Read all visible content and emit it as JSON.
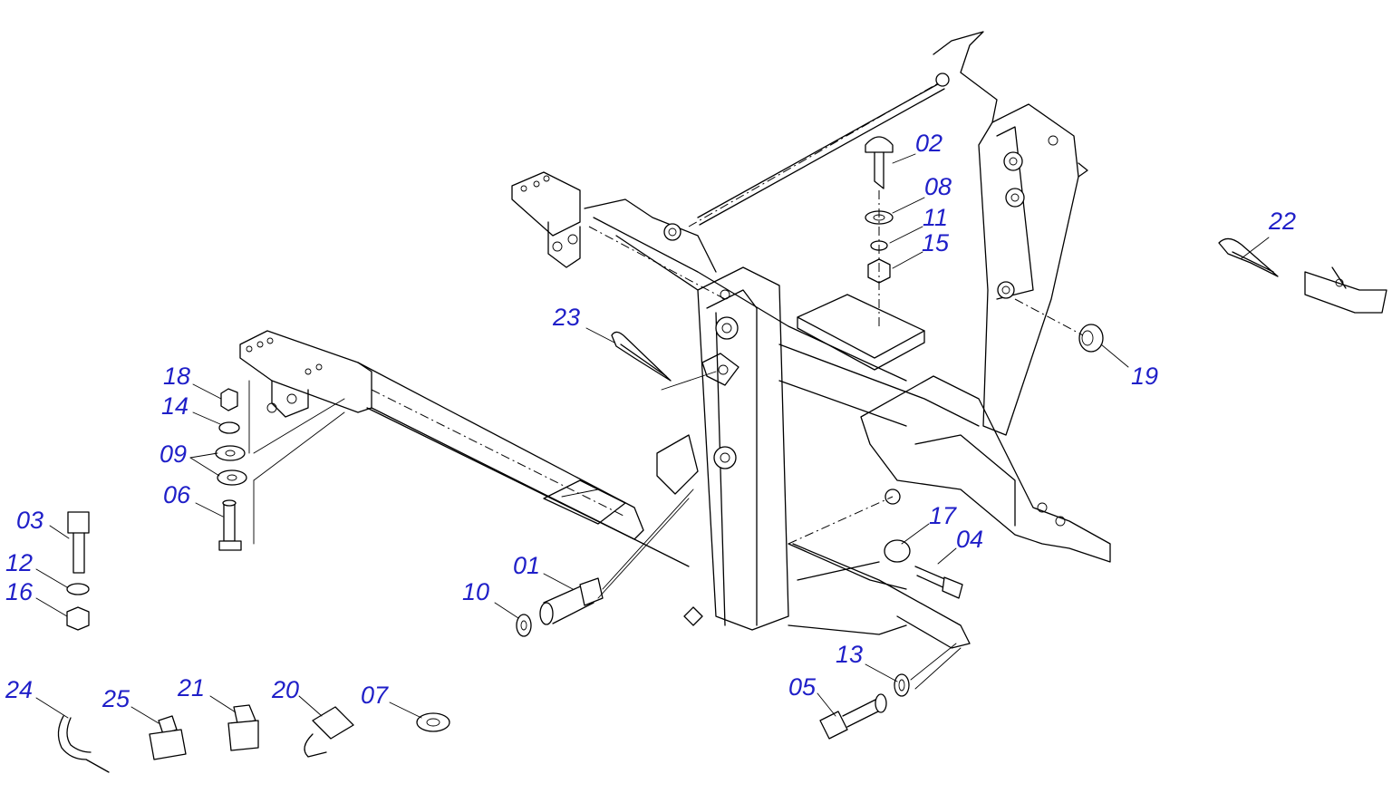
{
  "labels": {
    "p01": "01",
    "p02": "02",
    "p03": "03",
    "p04": "04",
    "p05": "05",
    "p06": "06",
    "p07": "07",
    "p08": "08",
    "p09": "09",
    "p10": "10",
    "p11": "11",
    "p12": "12",
    "p13": "13",
    "p14": "14",
    "p15": "15",
    "p16": "16",
    "p17": "17",
    "p18": "18",
    "p19": "19",
    "p20": "20",
    "p21": "21",
    "p22": "22",
    "p23": "23",
    "p24": "24",
    "p25": "25"
  },
  "colors": {
    "label": "#1f1fc8",
    "line": "#000000",
    "background": "#ffffff"
  }
}
